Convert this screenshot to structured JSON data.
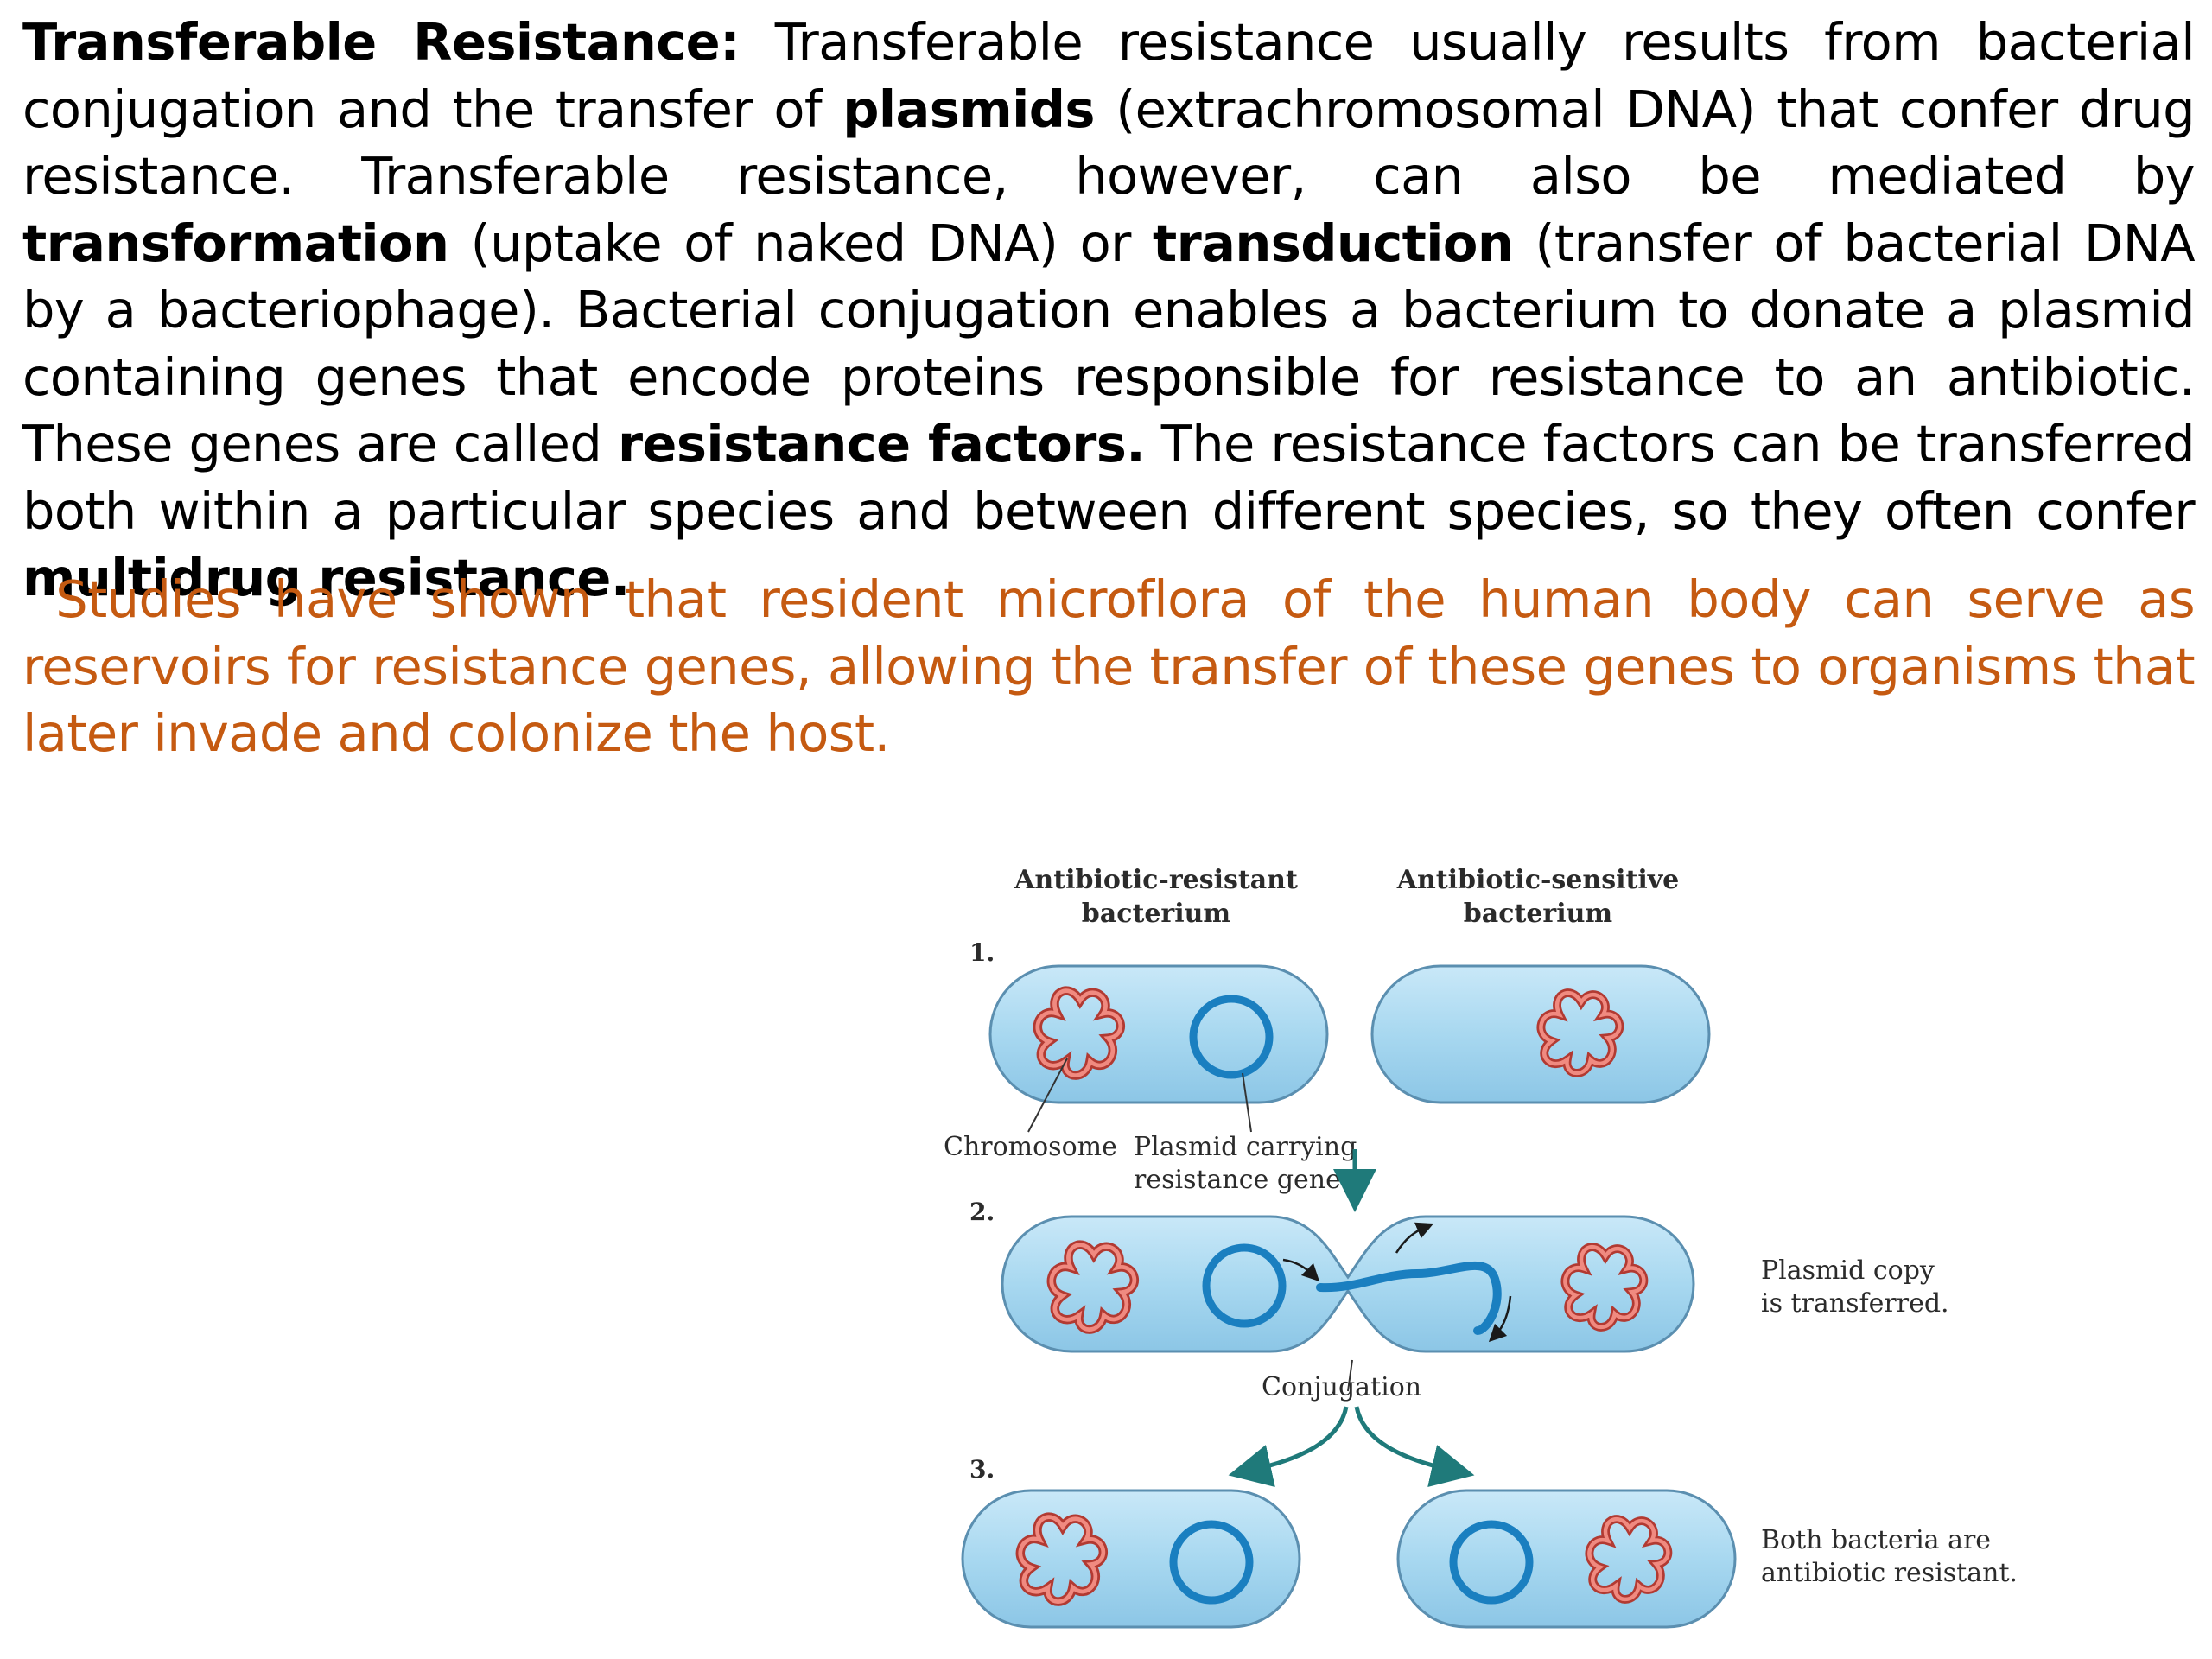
{
  "paragraph1": {
    "title": "Transferable Resistance:",
    "t1": " Transferable resistance usually results from bacterial conjugation and the transfer of ",
    "b1": "plasmids",
    "t2": " (extrachromosomal DNA) that confer drug resistance. Transferable resistance, however, can also be mediated by ",
    "b2": "transformation",
    "t3": " (uptake of naked DNA) or ",
    "b3": "transduction",
    "t4": " (transfer of bacterial DNA by a bacteriophage). Bacterial conjugation enables a bacterium to donate a plasmid containing genes that encode proteins responsible for resistance to an antibiotic. These genes are called ",
    "b4": "resistance factors.",
    "t5": " The resistance factors can be transferred both within a particular species and between different species, so they often confer ",
    "b5": "multidrug resistance."
  },
  "paragraph2": {
    "text": "Studies have shown that resident microflora of the human body can serve as reservoirs for resistance genes, allowing the transfer of these genes to organisms that later invade and colonize the host."
  },
  "figure": {
    "header_left": [
      "Antibiotic-resistant",
      "bacterium"
    ],
    "header_right": [
      "Antibiotic-sensitive",
      "bacterium"
    ],
    "step1": "1.",
    "step2": "2.",
    "step3": "3.",
    "label_chromosome": "Chromosome",
    "label_plasmid": [
      "Plasmid carrying",
      "resistance genes"
    ],
    "label_conjugation": "Conjugation",
    "label_copy": [
      "Plasmid copy",
      "is transferred."
    ],
    "label_both": [
      "Both bacteria are",
      "antibiotic resistant."
    ],
    "colors": {
      "cell_fill": "#a9d7ef",
      "cell_stroke": "#5b8fb0",
      "plasmid": "#1a7fc0",
      "chromosome": "#d8574e",
      "arrow": "#1f7a7a"
    }
  }
}
